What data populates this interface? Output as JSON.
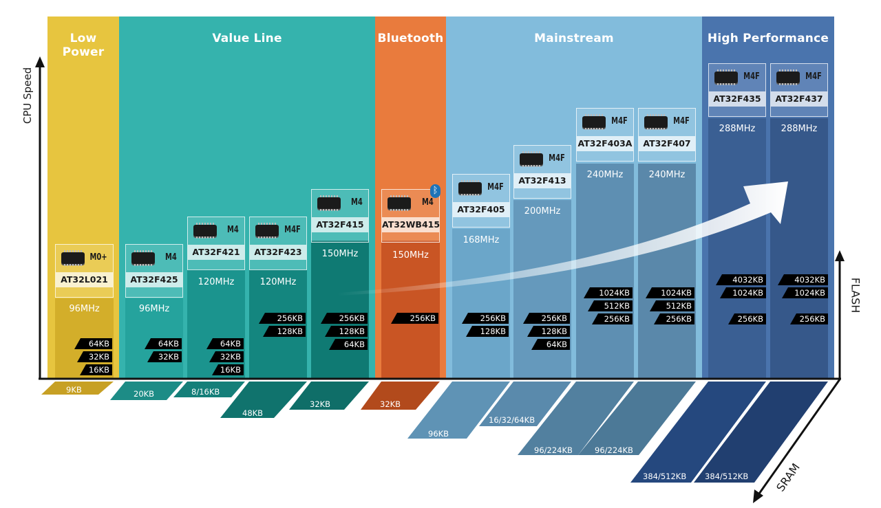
{
  "bands": [
    {
      "key": "low_power",
      "title": "Low Power",
      "color": "#e7c53f"
    },
    {
      "key": "value_line",
      "title": "Value Line",
      "color": "#35b3ad"
    },
    {
      "key": "bluetooth",
      "title": "Bluetooth",
      "color": "#e97b3d"
    },
    {
      "key": "mainstream",
      "title": "Mainstream",
      "color": "#82bcdc"
    },
    {
      "key": "high_performance",
      "title": "High Performance",
      "color": "#4a74ad"
    }
  ],
  "axes": {
    "cpu_speed": "CPU Speed",
    "flash": "FLASH",
    "sram": "SRAM"
  },
  "products": [
    {
      "part": "AT32L021",
      "core": "M0+",
      "speed": "96MHz",
      "flash": [
        "64KB",
        "32KB",
        "16KB"
      ],
      "sram": "9KB"
    },
    {
      "part": "AT32F425",
      "core": "M4",
      "speed": "96MHz",
      "flash": [
        "64KB",
        "32KB"
      ],
      "sram": "20KB"
    },
    {
      "part": "AT32F421",
      "core": "M4",
      "speed": "120MHz",
      "flash": [
        "64KB",
        "32KB",
        "16KB"
      ],
      "sram": "8/16KB"
    },
    {
      "part": "AT32F423",
      "core": "M4F",
      "speed": "120MHz",
      "flash": [
        "256KB",
        "128KB"
      ],
      "sram": "48KB"
    },
    {
      "part": "AT32F415",
      "core": "M4",
      "speed": "150MHz",
      "flash": [
        "256KB",
        "128KB",
        "64KB"
      ],
      "sram": "32KB"
    },
    {
      "part": "AT32WB415",
      "core": "M4",
      "speed": "150MHz",
      "flash": [
        "256KB"
      ],
      "sram": "32KB"
    },
    {
      "part": "AT32F405",
      "core": "M4F",
      "speed": "168MHz",
      "flash": [
        "256KB",
        "128KB"
      ],
      "sram": "96KB"
    },
    {
      "part": "AT32F413",
      "core": "M4F",
      "speed": "200MHz",
      "flash": [
        "256KB",
        "128KB",
        "64KB"
      ],
      "sram": "16/32/64KB"
    },
    {
      "part": "AT32F403A",
      "core": "M4F",
      "speed": "240MHz",
      "flash": [
        "1024KB",
        "512KB",
        "256KB"
      ],
      "sram": "96/224KB"
    },
    {
      "part": "AT32F407",
      "core": "M4F",
      "speed": "240MHz",
      "flash": [
        "1024KB",
        "512KB",
        "256KB"
      ],
      "sram": "96/224KB"
    },
    {
      "part": "AT32F435",
      "core": "M4F",
      "speed": "288MHz",
      "flash": [
        "4032KB",
        "1024KB",
        "256KB"
      ],
      "sram": "384/512KB"
    },
    {
      "part": "AT32F437",
      "core": "M4F",
      "speed": "288MHz",
      "flash": [
        "4032KB",
        "1024KB",
        "256KB"
      ],
      "sram": "384/512KB"
    }
  ]
}
